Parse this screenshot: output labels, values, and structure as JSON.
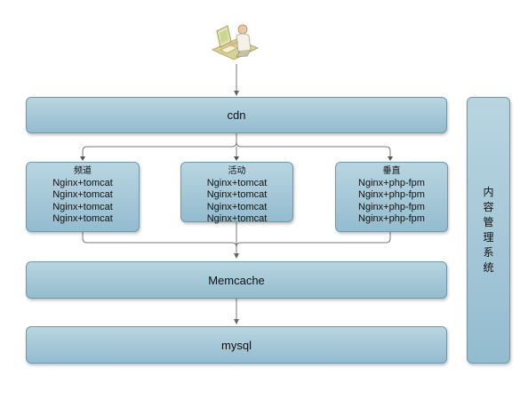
{
  "diagram": {
    "cdn": "cdn",
    "memcache": "Memcache",
    "mysql": "mysql",
    "nodes": [
      {
        "title": "频道",
        "lines": [
          "Nginx+tomcat",
          "Nginx+tomcat",
          "Nginx+tomcat",
          "Nginx+tomcat"
        ]
      },
      {
        "title": "活动",
        "lines": [
          "Nginx+tomcat",
          "Nginx+tomcat",
          "Nginx+tomcat",
          "Nginx+tomcat"
        ]
      },
      {
        "title": "垂直",
        "lines": [
          "Nginx+php-fpm",
          "Nginx+php-fpm",
          "Nginx+php-fpm",
          "Nginx+php-fpm"
        ]
      }
    ],
    "side_panel": [
      "内",
      "容",
      "管",
      "理",
      "系",
      "统"
    ]
  }
}
